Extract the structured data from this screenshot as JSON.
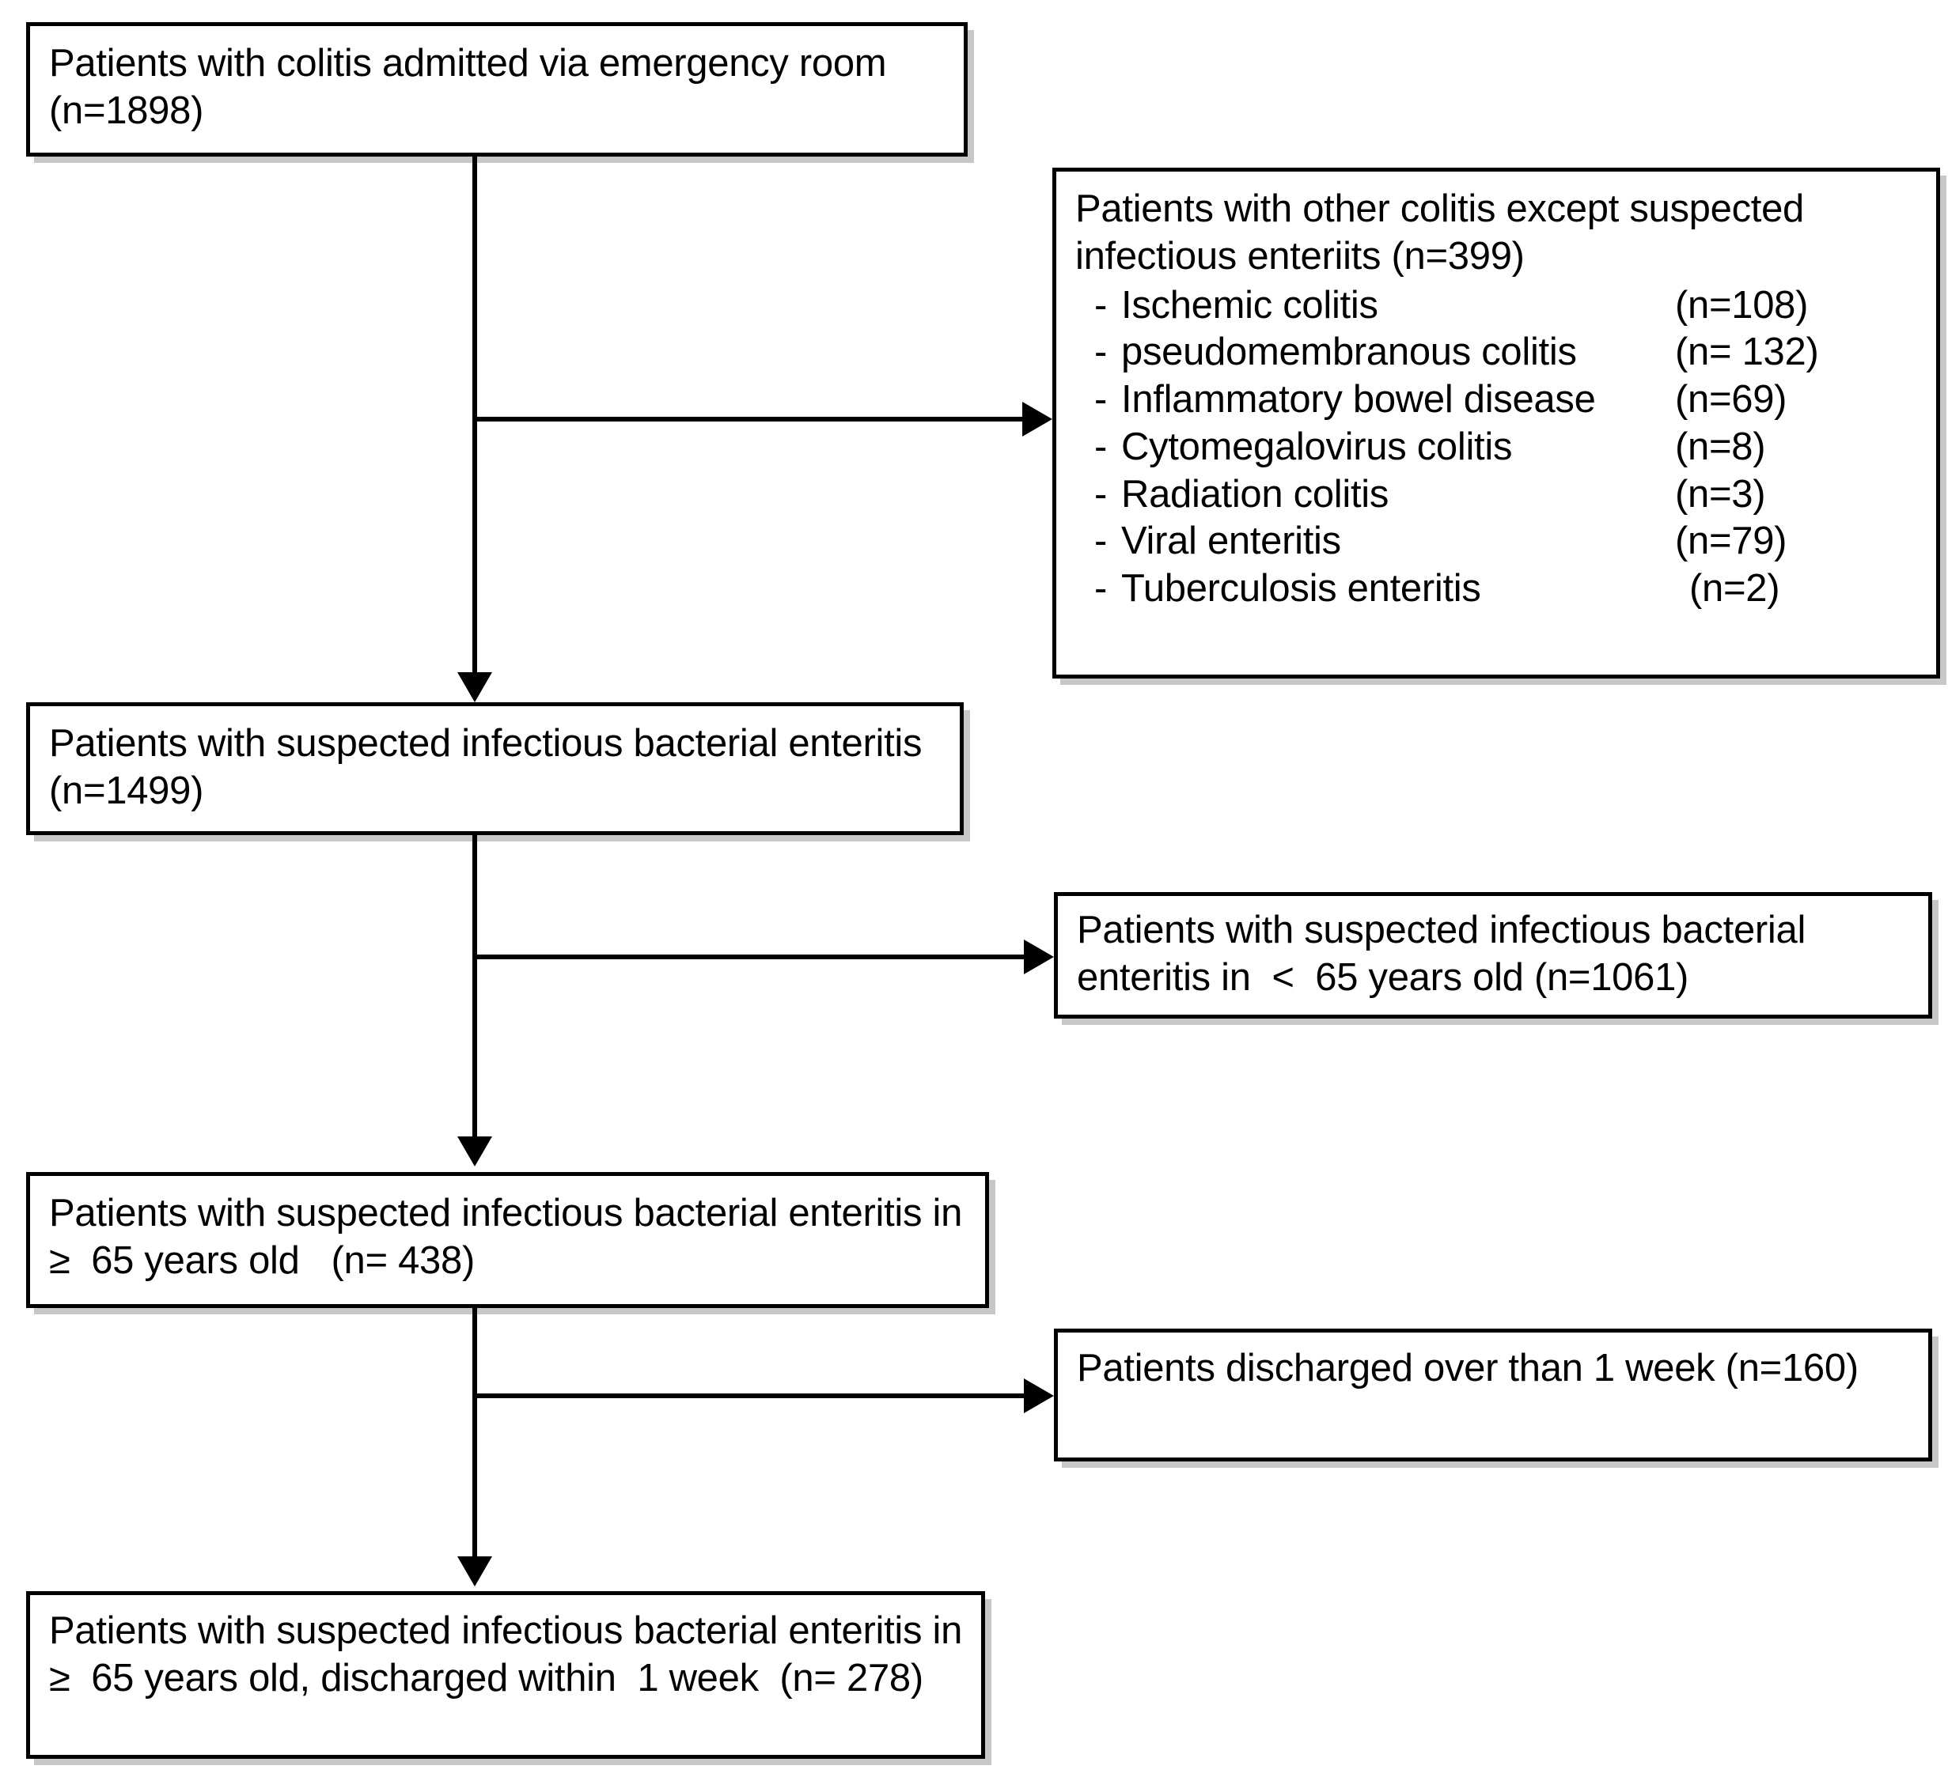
{
  "figure": {
    "type": "flowchart",
    "orientation": "vertical-with-right-exclusions"
  },
  "nodes": {
    "top": {
      "text": "Patients with colitis admitted via emergency room (n=1898)",
      "n": 1898
    },
    "excluded_other_colitis": {
      "heading": "Patients with other colitis except suspected infectious enteriits (n=399)",
      "n": 399,
      "items": [
        {
          "dash": "-",
          "label": "Ischemic colitis",
          "count": "(n=108)",
          "n": 108
        },
        {
          "dash": "-",
          "label": "pseudomembranous  colitis",
          "count": "(n= 132)",
          "n": 132
        },
        {
          "dash": "-",
          "label": "Inflammatory  bowel disease",
          "count": "(n=69)",
          "n": 69
        },
        {
          "dash": "-",
          "label": "Cytomegalovirus  colitis",
          "count": "(n=8)",
          "n": 8
        },
        {
          "dash": "-",
          "label": "Radiation colitis",
          "count": "(n=3)",
          "n": 3
        },
        {
          "dash": "-",
          "label": "Viral enteritis",
          "count": "(n=79)",
          "n": 79
        },
        {
          "dash": "-",
          "label": "Tuberculosis enteritis",
          "count": "(n=2)",
          "n": 2
        }
      ]
    },
    "suspected_bacterial": {
      "text": "Patients with suspected infectious bacterial enteritis   (n=1499)",
      "n": 1499
    },
    "under_65": {
      "text": "Patients with suspected infectious bacterial enteritis in  <  65 years old (n=1061)",
      "n": 1061
    },
    "over_65": {
      "text": "Patients with suspected infectious bacterial enteritis in  ≥  65 years old   (n= 438)",
      "n": 438
    },
    "discharged_over_1week": {
      "text": "Patients discharged over than 1 week (n=160)",
      "n": 160
    },
    "final": {
      "text": "Patients with suspected infectious bacterial enteritis in  ≥  65 years old, discharged within  1 week  (n= 278)",
      "n": 278
    }
  },
  "colors": {
    "line": "#000000",
    "box_border": "#000000",
    "background": "#ffffff",
    "shadow": "rgba(0,0,0,0.22)"
  }
}
